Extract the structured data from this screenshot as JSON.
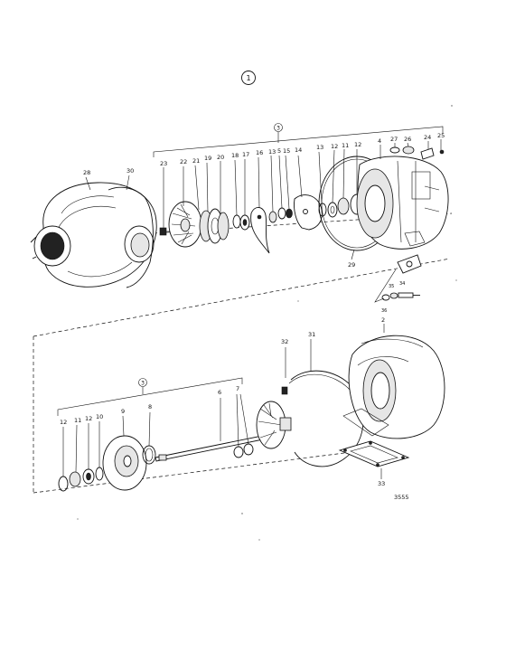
{
  "title_symbol": "1",
  "group_symbol": "3",
  "figure_number": "3555",
  "upper_labels": {
    "l28": "28",
    "l30": "30",
    "l23": "23",
    "l22": "22",
    "l21": "21",
    "l19": "19",
    "l20": "20",
    "l18": "18",
    "l17": "17",
    "l16": "16",
    "l13a": "13",
    "l5": "5",
    "l15": "15",
    "l14": "14",
    "l13b": "13",
    "l12a": "12",
    "l11": "11",
    "l12b": "12",
    "l4": "4",
    "l27": "27",
    "l26": "26",
    "l24": "24",
    "l25": "25",
    "l29": "29",
    "l35": "35",
    "l34": "34",
    "l36": "36"
  },
  "lower_labels": {
    "l12a": "12",
    "l11": "11",
    "l12b": "12",
    "l10": "10",
    "l9": "9",
    "l8": "8",
    "l6": "6",
    "l7": "7",
    "l32": "32",
    "l31": "31",
    "l2": "2",
    "l33": "33"
  },
  "colors": {
    "ink": "#111111",
    "paper": "#ffffff",
    "shade": "#e6e6e6"
  }
}
